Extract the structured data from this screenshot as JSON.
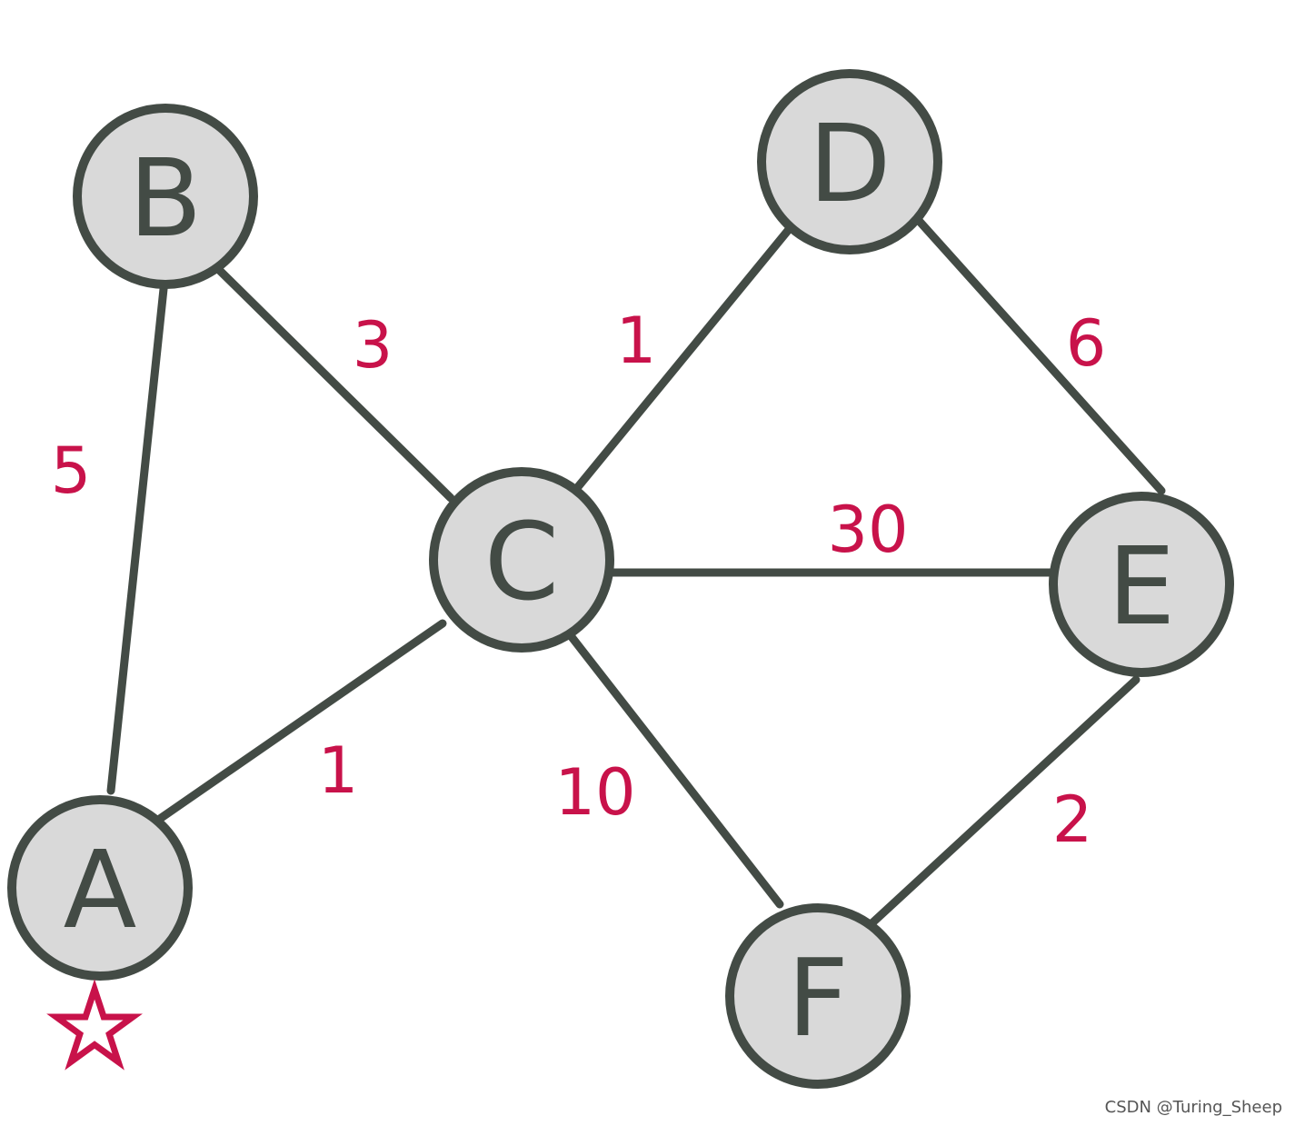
{
  "colors": {
    "edge": "#434b45",
    "node_fill": "#d9d9d9",
    "node_stroke": "#434b45",
    "weight_text": "#c8124a",
    "start_marker": "#c8124a"
  },
  "nodes": {
    "A": {
      "label": "A"
    },
    "B": {
      "label": "B"
    },
    "C": {
      "label": "C"
    },
    "D": {
      "label": "D"
    },
    "E": {
      "label": "E"
    },
    "F": {
      "label": "F"
    }
  },
  "edges": {
    "AB": {
      "from": "A",
      "to": "B",
      "weight": "5"
    },
    "AC": {
      "from": "A",
      "to": "C",
      "weight": "1"
    },
    "BC": {
      "from": "B",
      "to": "C",
      "weight": "3"
    },
    "CD": {
      "from": "C",
      "to": "D",
      "weight": "1"
    },
    "CE": {
      "from": "C",
      "to": "E",
      "weight": "30"
    },
    "CF": {
      "from": "C",
      "to": "F",
      "weight": "10"
    },
    "DE": {
      "from": "D",
      "to": "E",
      "weight": "6"
    },
    "EF": {
      "from": "E",
      "to": "F",
      "weight": "2"
    }
  },
  "start_marker": {
    "node": "A",
    "symbol": "★"
  },
  "watermark": "CSDN @Turing_Sheep"
}
